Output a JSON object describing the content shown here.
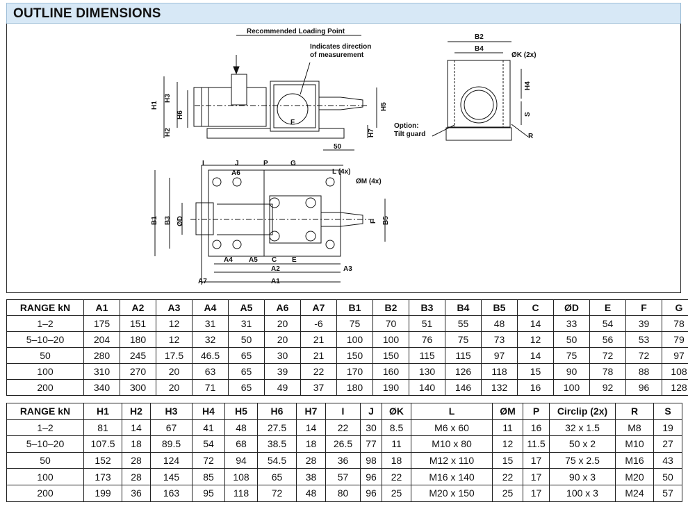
{
  "header": {
    "title": "OUTLINE DIMENSIONS"
  },
  "drawing": {
    "annotations": {
      "loading_point": "Recommended Loading Point",
      "direction_1": "Indicates direction",
      "direction_2": "of measurement",
      "option_1": "Option:",
      "option_2": "Tilt guard",
      "dim_50": "50"
    },
    "side_dims": {
      "H1": "H1",
      "H2": "H2",
      "H3": "H3",
      "H5": "H5",
      "H6": "H6",
      "H7": "H7",
      "F": "F"
    },
    "end_dims": {
      "B2": "B2",
      "B4": "B4",
      "OK": "ØK (2x)",
      "H4": "H4",
      "S": "S",
      "R": "R"
    },
    "top_dims": {
      "I": "I",
      "J": "J",
      "A6": "A6",
      "P": "P",
      "G": "G",
      "L": "L (4x)",
      "M": "ØM (4x)",
      "B1": "B1",
      "B3": "B3",
      "D": "ØD",
      "F": "F",
      "B5": "B5",
      "A4": "A4",
      "A5": "A5",
      "C": "C",
      "E": "E",
      "A2": "A2",
      "A3": "A3",
      "A7": "A7",
      "A1": "A1"
    }
  },
  "table1": {
    "headers": [
      "RANGE kN",
      "A1",
      "A2",
      "A3",
      "A4",
      "A5",
      "A6",
      "A7",
      "B1",
      "B2",
      "B3",
      "B4",
      "B5",
      "C",
      "ØD",
      "E",
      "F",
      "G"
    ],
    "rows": [
      [
        "1–2",
        "175",
        "151",
        "12",
        "31",
        "31",
        "20",
        "-6",
        "75",
        "70",
        "51",
        "55",
        "48",
        "14",
        "33",
        "54",
        "39",
        "78"
      ],
      [
        "5–10–20",
        "204",
        "180",
        "12",
        "32",
        "50",
        "20",
        "21",
        "100",
        "100",
        "76",
        "75",
        "73",
        "12",
        "50",
        "56",
        "53",
        "79"
      ],
      [
        "50",
        "280",
        "245",
        "17.5",
        "46.5",
        "65",
        "30",
        "21",
        "150",
        "150",
        "115",
        "115",
        "97",
        "14",
        "75",
        "72",
        "72",
        "97"
      ],
      [
        "100",
        "310",
        "270",
        "20",
        "63",
        "65",
        "39",
        "22",
        "170",
        "160",
        "130",
        "126",
        "118",
        "15",
        "90",
        "78",
        "88",
        "108"
      ],
      [
        "200",
        "340",
        "300",
        "20",
        "71",
        "65",
        "49",
        "37",
        "180",
        "190",
        "140",
        "146",
        "132",
        "16",
        "100",
        "92",
        "96",
        "128"
      ]
    ]
  },
  "table2": {
    "headers": [
      "RANGE kN",
      "H1",
      "H2",
      "H3",
      "H4",
      "H5",
      "H6",
      "H7",
      "I",
      "J",
      "ØK",
      "L",
      "ØM",
      "P",
      "Circlip (2x)",
      "R",
      "S"
    ],
    "rows": [
      [
        "1–2",
        "81",
        "14",
        "67",
        "41",
        "48",
        "27.5",
        "14",
        "22",
        "30",
        "8.5",
        "M6 x 60",
        "11",
        "16",
        "32 x 1.5",
        "M8",
        "19"
      ],
      [
        "5–10–20",
        "107.5",
        "18",
        "89.5",
        "54",
        "68",
        "38.5",
        "18",
        "26.5",
        "77",
        "11",
        "M10 x 80",
        "12",
        "11.5",
        "50 x 2",
        "M10",
        "27"
      ],
      [
        "50",
        "152",
        "28",
        "124",
        "72",
        "94",
        "54.5",
        "28",
        "36",
        "98",
        "18",
        "M12 x 110",
        "15",
        "17",
        "75 x 2.5",
        "M16",
        "43"
      ],
      [
        "100",
        "173",
        "28",
        "145",
        "85",
        "108",
        "65",
        "38",
        "57",
        "96",
        "22",
        "M16 x 140",
        "22",
        "17",
        "90 x 3",
        "M20",
        "50"
      ],
      [
        "200",
        "199",
        "36",
        "163",
        "95",
        "118",
        "72",
        "48",
        "80",
        "96",
        "25",
        "M20 x 150",
        "25",
        "17",
        "100 x 3",
        "M24",
        "57"
      ]
    ]
  }
}
